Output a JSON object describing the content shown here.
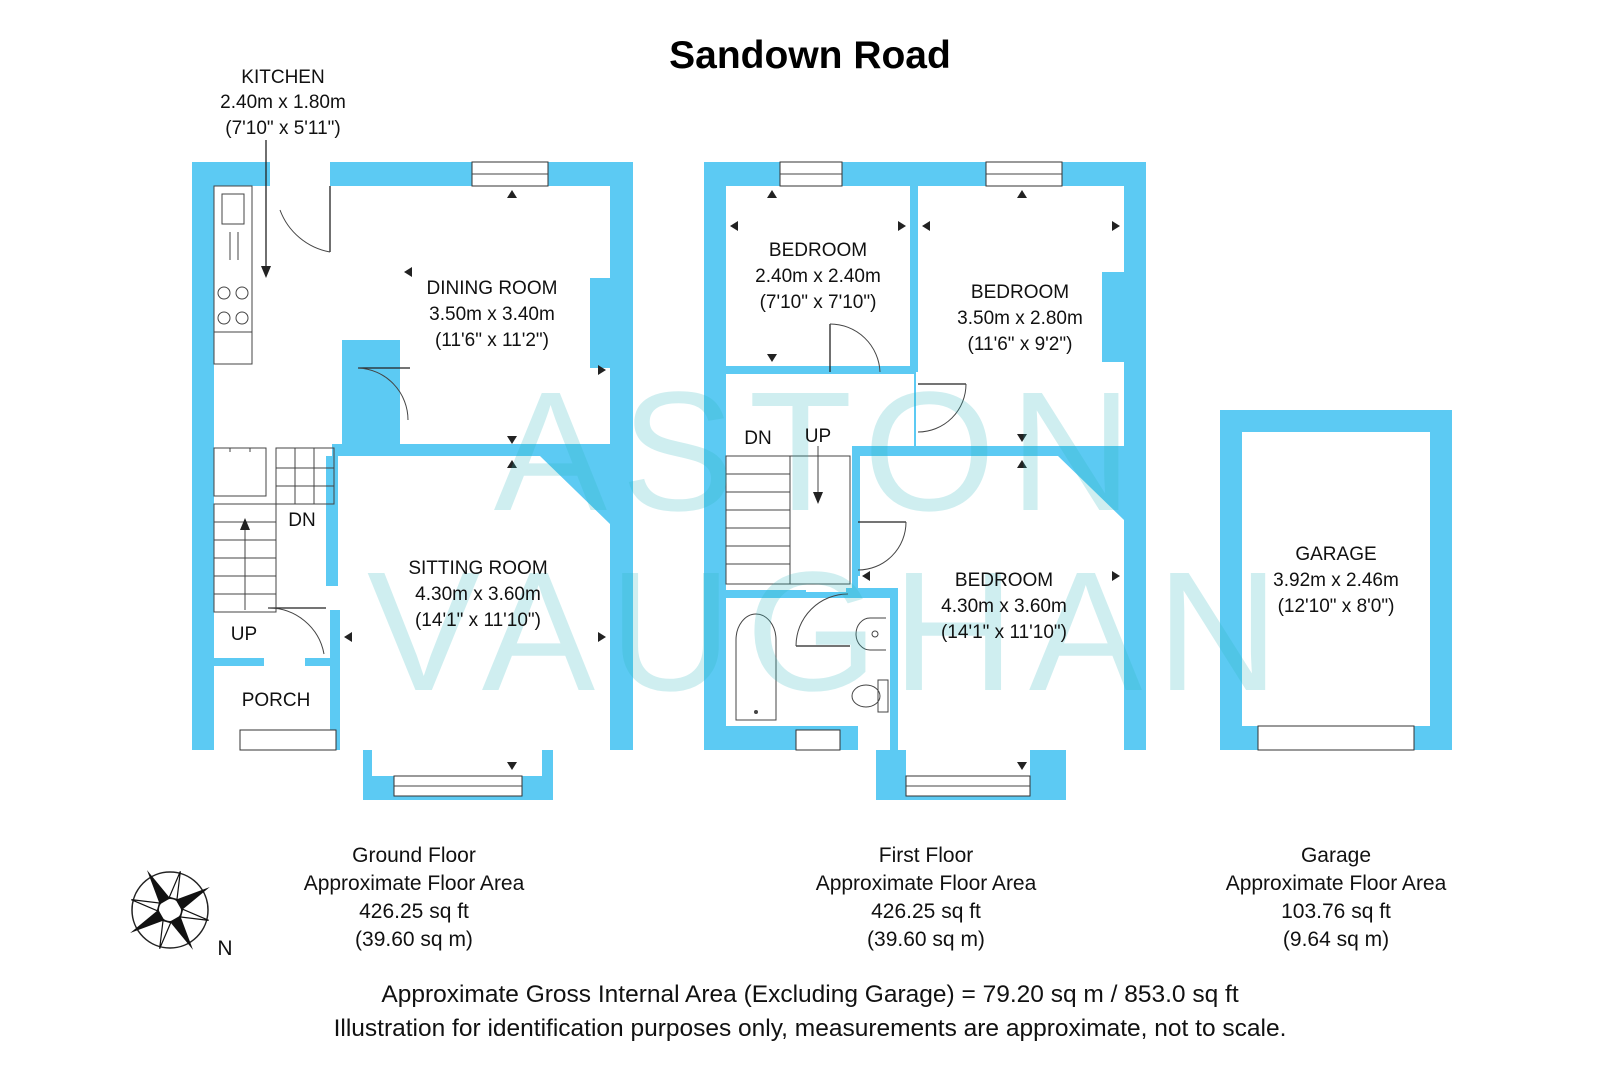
{
  "title": "Sandown Road",
  "watermark": [
    "ASTON",
    "VAUGHAN"
  ],
  "ground_floor": {
    "kitchen": {
      "name": "KITCHEN",
      "dims": "2.40m x 1.80m",
      "imperial": "(7'10\" x 5'11\")"
    },
    "dining_room": {
      "name": "DINING ROOM",
      "dims": "3.50m x 3.40m",
      "imperial": "(11'6\" x 11'2\")"
    },
    "sitting_room": {
      "name": "SITTING ROOM",
      "dims": "4.30m x 3.60m",
      "imperial": "(14'1\" x 11'10\")"
    },
    "porch": "PORCH",
    "stairs_dn": "DN",
    "stairs_up": "UP"
  },
  "first_floor": {
    "bedroom_a": {
      "name": "BEDROOM",
      "dims": "2.40m x 2.40m",
      "imperial": "(7'10\" x 7'10\")"
    },
    "bedroom_b": {
      "name": "BEDROOM",
      "dims": "3.50m x 2.80m",
      "imperial": "(11'6\" x 9'2\")"
    },
    "bedroom_c": {
      "name": "BEDROOM",
      "dims": "4.30m x 3.60m",
      "imperial": "(14'1\" x 11'10\")"
    },
    "stairs_dn": "DN",
    "stairs_up": "UP"
  },
  "garage": {
    "name": "GARAGE",
    "dims": "3.92m x 2.46m",
    "imperial": "(12'10\" x 8'0\")"
  },
  "areas": [
    {
      "label": "Ground Floor",
      "sub": "Approximate Floor Area",
      "sqft": "426.25 sq ft",
      "sqm": "(39.60 sq m)"
    },
    {
      "label": "First Floor",
      "sub": "Approximate Floor Area",
      "sqft": "426.25 sq ft",
      "sqm": "(39.60 sq m)"
    },
    {
      "label": "Garage",
      "sub": "Approximate Floor Area",
      "sqft": "103.76 sq ft",
      "sqm": "(9.64 sq m)"
    }
  ],
  "compass_label": "N",
  "footer": {
    "line1": "Approximate Gross Internal Area (Excluding Garage) = 79.20 sq m / 853.0 sq ft",
    "line2": "Illustration for identification purposes only, measurements are approximate, not to scale."
  },
  "colors": {
    "wall": "#5ccaf3",
    "watermark": "#2ab7bd"
  }
}
